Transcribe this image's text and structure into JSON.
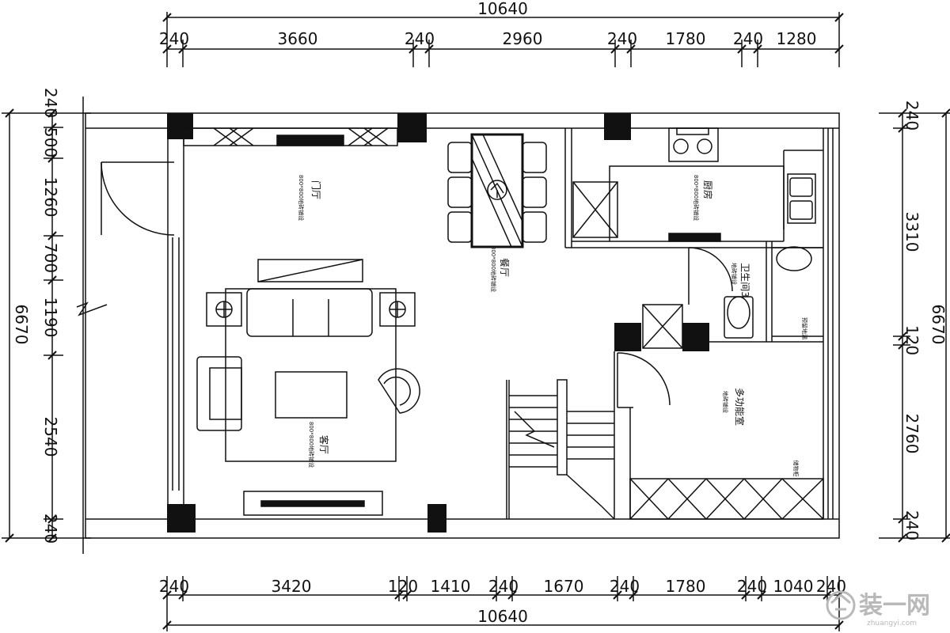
{
  "dimensions": {
    "top_total": "10640",
    "top_segments": [
      "240",
      "3660",
      "240",
      "2960",
      "240",
      "1780",
      "240",
      "1280"
    ],
    "bottom_total": "10640",
    "bottom_segments": [
      "240",
      "3420",
      "120",
      "1410",
      "240",
      "1670",
      "240",
      "1780",
      "240",
      "1040",
      "240"
    ],
    "left_total": "6670",
    "left_segments": [
      "240",
      "500",
      "1260",
      "700",
      "1190",
      "2540",
      "240"
    ],
    "right_total": "6670",
    "right_segments": [
      "240",
      "3310",
      "120",
      "2760",
      "240"
    ]
  },
  "rooms": {
    "foyer": {
      "name": "门厅",
      "floor": "800*800地砖铺设"
    },
    "dining": {
      "name": "餐厅",
      "floor": "800*800地砖铺设"
    },
    "kitchen": {
      "name": "厨房",
      "floor": "800*800地砖铺设"
    },
    "living": {
      "name": "客厅",
      "floor": "800*800地砖铺设"
    },
    "bathroom": {
      "name": "卫生间3",
      "floor": "地砖铺设"
    },
    "multi": {
      "name": "多功能室",
      "floor": "地砖铺设"
    }
  },
  "notes": {
    "floor_drain": "预留地漏",
    "multi_side": "储物柜"
  },
  "watermark": {
    "logo": "装一网",
    "url": "zhuangyi.com"
  }
}
